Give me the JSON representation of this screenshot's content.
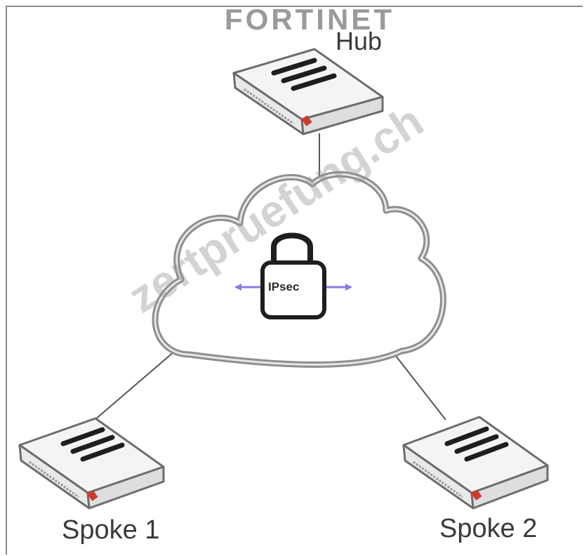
{
  "brand": {
    "logo_text": "FORTINET",
    "accent_color": "#d0392b"
  },
  "nodes": {
    "hub": {
      "label": "Hub"
    },
    "spoke1": {
      "label": "Spoke 1"
    },
    "spoke2": {
      "label": "Spoke 2"
    }
  },
  "tunnel": {
    "label": "IPsec",
    "icon": "padlock-icon",
    "arrow_color": "#8a7be0"
  },
  "watermark": {
    "text": "zertpruefung.ch"
  },
  "colors": {
    "line": "#555555",
    "cloud_stroke": "#8e8e8e",
    "device_body": "#f2f2f2",
    "device_stroke": "#6d6d6d"
  }
}
